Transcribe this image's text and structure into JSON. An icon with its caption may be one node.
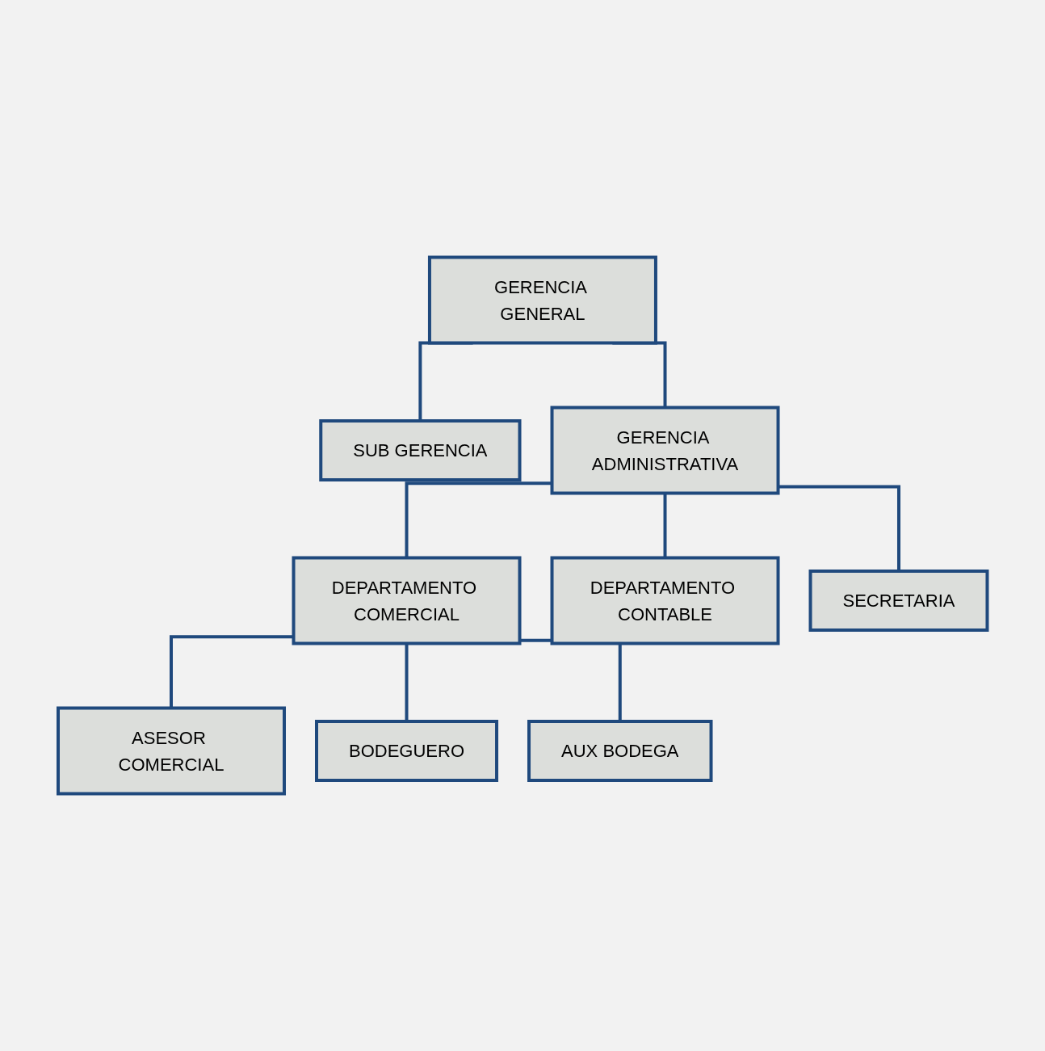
{
  "diagram": {
    "nodes": [
      {
        "text": [
          "GERENCIA GENERAL"
        ]
      },
      {
        "text": [
          "SUB GERENCIA"
        ]
      },
      {
        "text": [
          "GERENCIA ADMINISTRATIVA"
        ]
      },
      {
        "text": [
          "DEPARTAMENTO COMERCIAL"
        ]
      },
      {
        "text": [
          "DEPARTAMENTO CONTABLE"
        ]
      },
      {
        "text": [
          "ASESOR COMERCIAL"
        ]
      },
      {
        "text": [
          "BODEGUERO"
        ]
      },
      {
        "text": [
          "AUX BODEGA"
        ]
      },
      {
        "text": [
          "SECRETARIA"
        ]
      }
    ],
    "edges": [
      {
        "from": 0,
        "to": 1,
        "arrow": "none"
      },
      {
        "from": 0,
        "to": 2,
        "arrow": "none"
      },
      {
        "from": 2,
        "to": 3,
        "arrow": "none"
      },
      {
        "from": 2,
        "to": 4,
        "arrow": "none"
      },
      {
        "from": 2,
        "to": 8,
        "arrow": "none"
      },
      {
        "from": 3,
        "to": 5,
        "arrow": "none"
      },
      {
        "from": 3,
        "to": 6,
        "arrow": "none"
      },
      {
        "from": 3,
        "to": 7,
        "arrow": "none"
      }
    ]
  }
}
